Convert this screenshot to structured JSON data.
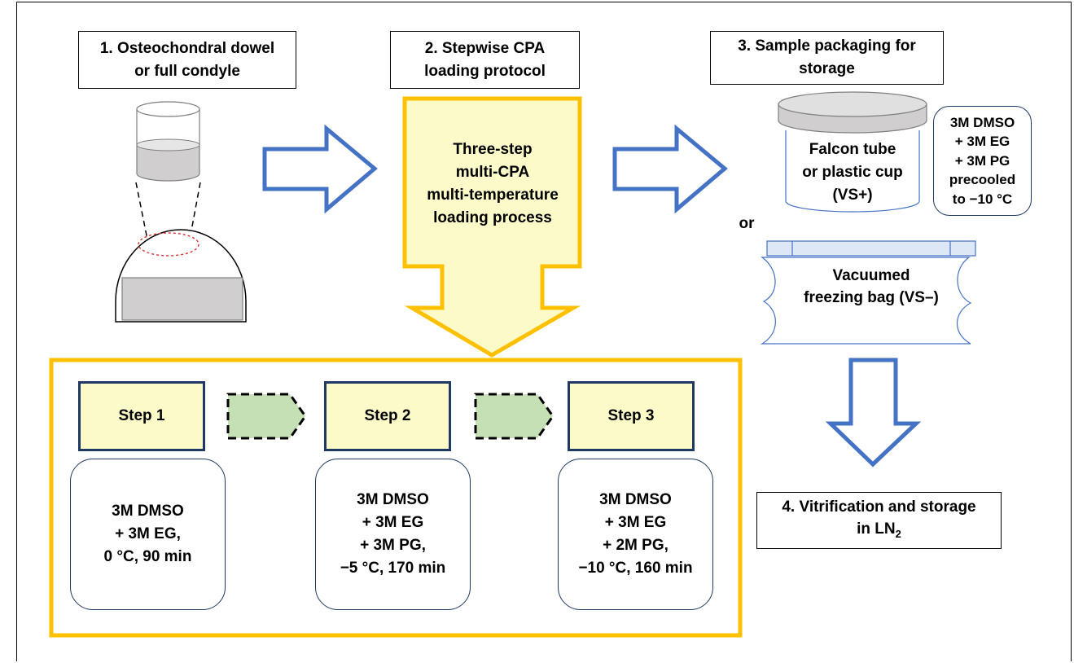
{
  "boxes": {
    "b1": "1. Osteochondral dowel\nor full condyle",
    "b2": "2. Stepwise CPA\nloading protocol",
    "b3": "3. Sample packaging for\nstorage",
    "b4_main": "4. Vitrification and storage",
    "b4_line2": "in LN",
    "b4_sub": "2"
  },
  "center_process": "Three-step\nmulti-CPA\nmulti-temperature\nloading process",
  "packaging": {
    "tube_label": "Falcon tube\nor plastic cup\n(VS+)",
    "solution": "3M DMSO\n+ 3M EG\n+ 3M PG\nprecooled\nto −10 °C",
    "or": "or",
    "bag_label": "Vacuumed\nfreezing bag (VS–)"
  },
  "steps": [
    {
      "label": "Step 1",
      "conditions": "3M DMSO\n+ 3M EG,\n0 °C, 90 min"
    },
    {
      "label": "Step 2",
      "conditions": "3M DMSO\n+ 3M EG\n+ 3M PG,\n−5 °C, 170 min"
    },
    {
      "label": "Step 3",
      "conditions": "3M DMSO\n+ 3M EG\n+ 2M PG,\n−10 °C, 160 min"
    }
  ],
  "colors": {
    "blue_arrow": "#4472c4",
    "gold": "#ffc000",
    "pale_yellow": "#fbfac8",
    "navy": "#1f3864",
    "green": "#c5e0b4"
  }
}
